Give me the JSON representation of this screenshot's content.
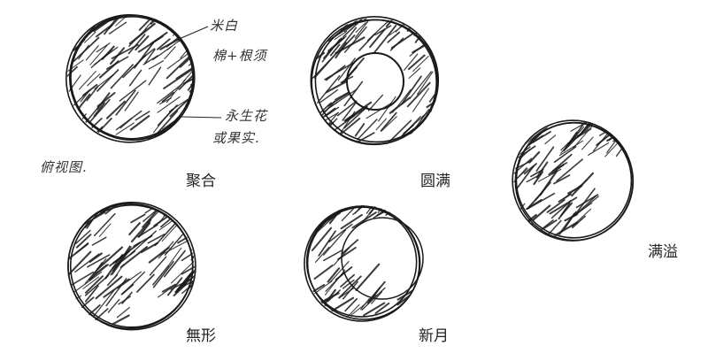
{
  "labels": {
    "juhe": "聚合",
    "yuanman": "圆满",
    "manyi": "满溢",
    "wuxing": "無形",
    "xinyue": "新月"
  },
  "annotations": {
    "mibai": "米白",
    "mianshi": "棉+根须",
    "yongsheng": "永生花",
    "guoshi": "或果实.",
    "fushitu": "俯视图."
  },
  "colors": {
    "ink": "#1a1a1a",
    "paper": "#ffffff"
  }
}
